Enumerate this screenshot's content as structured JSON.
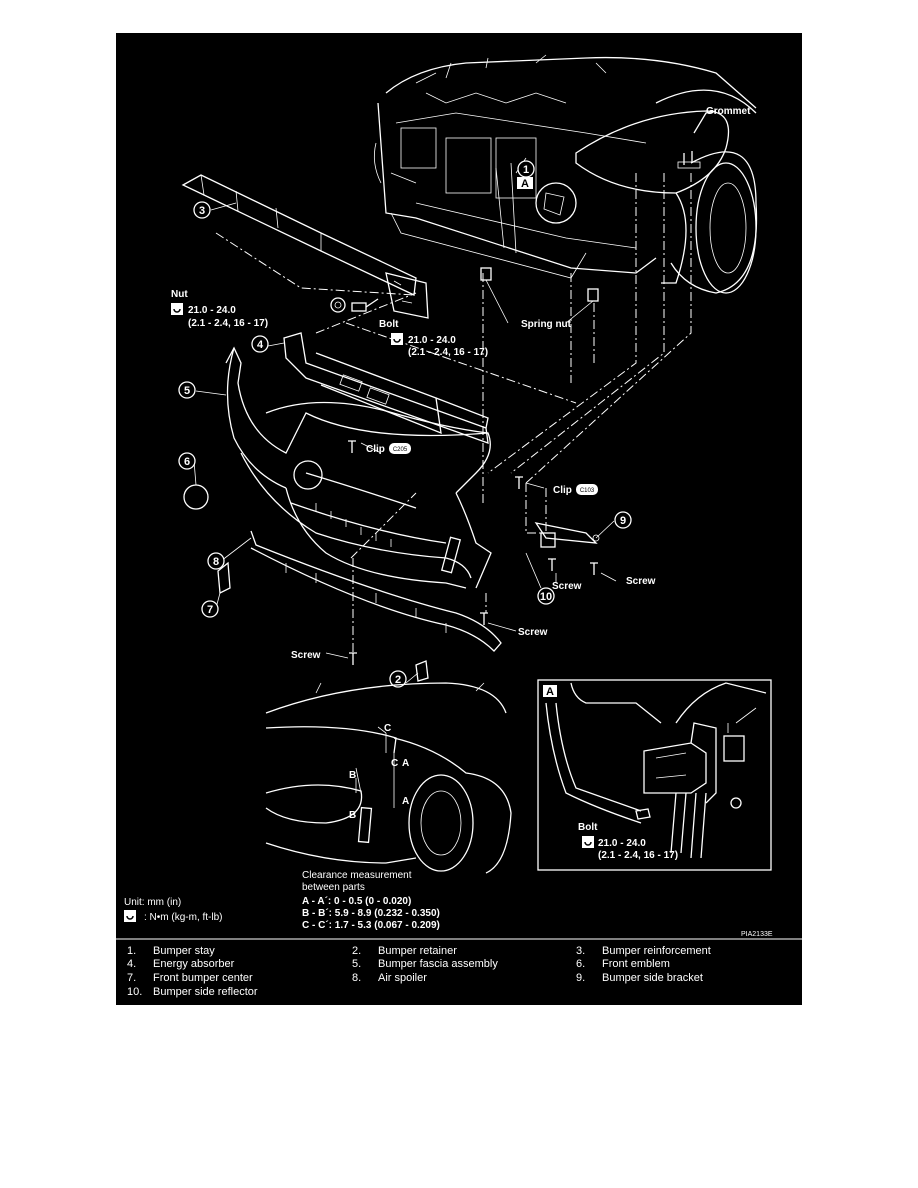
{
  "labels": {
    "grommet": "Grommet",
    "nut": "Nut",
    "bolt": "Bolt",
    "spring_nut": "Spring nut",
    "clip": "Clip",
    "clip_code_upper": "C205",
    "clip_code_right": "C103",
    "screw": "Screw",
    "view_a": "A",
    "code": "PIA2133E"
  },
  "torque": {
    "nut": {
      "value": "21.0 - 24.0",
      "alt": "(2.1 - 2.4, 16 - 17)"
    },
    "bolt": {
      "value": "21.0 - 24.0",
      "alt": "(2.1 - 2.4, 16 - 17)"
    },
    "bolt_detail": {
      "value": "21.0 - 24.0",
      "alt": "(2.1 - 2.4, 16 - 17)"
    }
  },
  "clearance": {
    "heading1": "Clearance measurement",
    "heading2": "between parts",
    "rows": [
      "A - A´: 0 - 0.5 (0 - 0.020)",
      "B - B´: 5.9 - 8.9 (0.232 - 0.350)",
      "C - C´: 1.7 - 5.3 (0.067 - 0.209)"
    ],
    "markers": [
      "C",
      "C",
      "A",
      "A",
      "B",
      "B"
    ]
  },
  "units": {
    "unit_line": "Unit: mm (in)",
    "torque_line": ": N•m (kg-m, ft-lb)"
  },
  "callouts": [
    "1",
    "2",
    "3",
    "4",
    "5",
    "6",
    "7",
    "8",
    "9",
    "10"
  ],
  "legend": [
    {
      "n": "1.",
      "name": "Bumper stay"
    },
    {
      "n": "2.",
      "name": "Bumper retainer"
    },
    {
      "n": "3.",
      "name": "Bumper reinforcement"
    },
    {
      "n": "4.",
      "name": "Energy absorber"
    },
    {
      "n": "5.",
      "name": "Bumper fascia assembly"
    },
    {
      "n": "6.",
      "name": "Front emblem"
    },
    {
      "n": "7.",
      "name": "Front bumper center"
    },
    {
      "n": "8.",
      "name": "Air spoiler"
    },
    {
      "n": "9.",
      "name": "Bumper side bracket"
    },
    {
      "n": "10.",
      "name": "Bumper side reflector"
    }
  ]
}
